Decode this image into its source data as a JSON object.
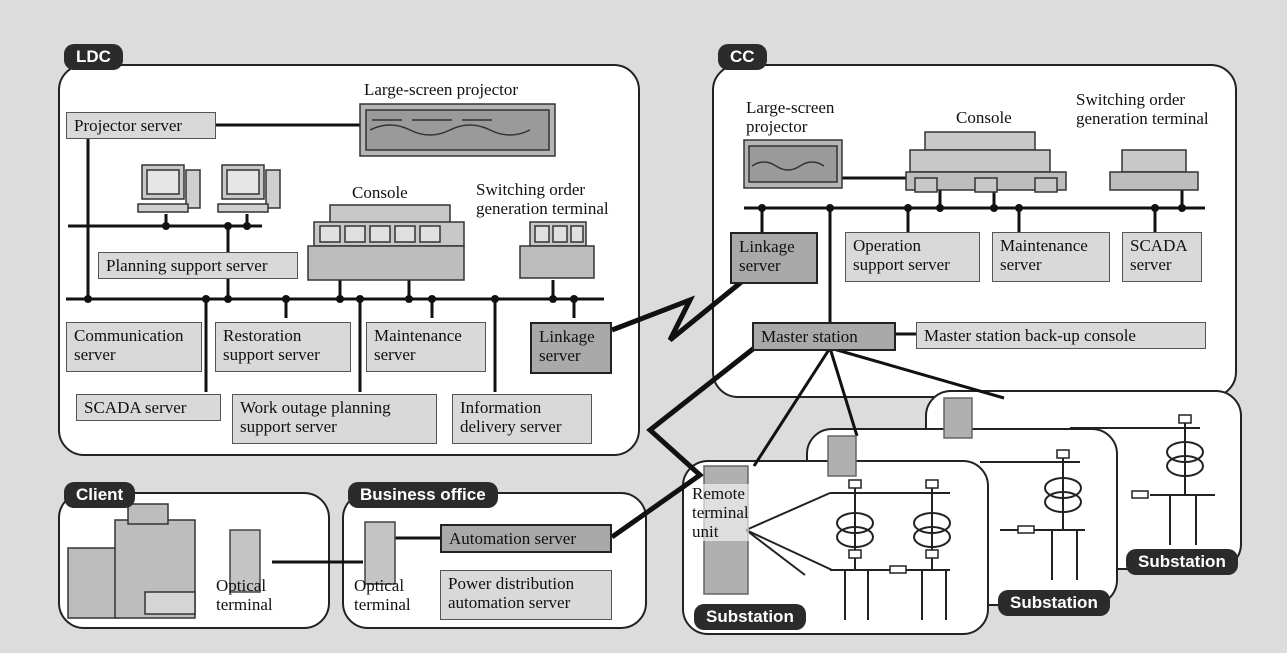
{
  "ldc": {
    "tag": "LDC",
    "large_screen_projector": "Large-screen projector",
    "projector_server": "Projector server",
    "console": "Console",
    "switching_terminal": "Switching order\ngeneration terminal",
    "planning_support_server": "Planning support server",
    "communication_server": "Communication\nserver",
    "restoration_support_server": "Restoration\nsupport server",
    "maintenance_server": "Maintenance\nserver",
    "linkage_server": "Linkage\nserver",
    "scada_server": "SCADA server",
    "work_outage_server": "Work outage planning\nsupport server",
    "information_delivery_server": "Information\ndelivery server"
  },
  "cc": {
    "tag": "CC",
    "large_screen_projector": "Large-screen\nprojector",
    "console": "Console",
    "switching_terminal": "Switching order\ngeneration terminal",
    "linkage_server": "Linkage\nserver",
    "operation_support_server": "Operation\nsupport server",
    "maintenance_server": "Maintenance\nserver",
    "scada_server": "SCADA\nserver",
    "master_station": "Master station",
    "master_backup_console": "Master station back-up console"
  },
  "client": {
    "tag": "Client",
    "optical_terminal": "Optical\nterminal"
  },
  "business_office": {
    "tag": "Business office",
    "optical_terminal": "Optical\nterminal",
    "automation_server": "Automation server",
    "power_distribution_server": "Power distribution\nautomation server"
  },
  "substations": {
    "remote_terminal_unit": "Remote\nterminal\nunit",
    "labels": [
      "Substation",
      "Substation",
      "Substation"
    ]
  },
  "colors": {
    "tag_bg": "#2b2b2b",
    "box_bg": "#d9d9d9",
    "dark_box_bg": "#a9a9a9",
    "background": "#dcdcdc"
  }
}
